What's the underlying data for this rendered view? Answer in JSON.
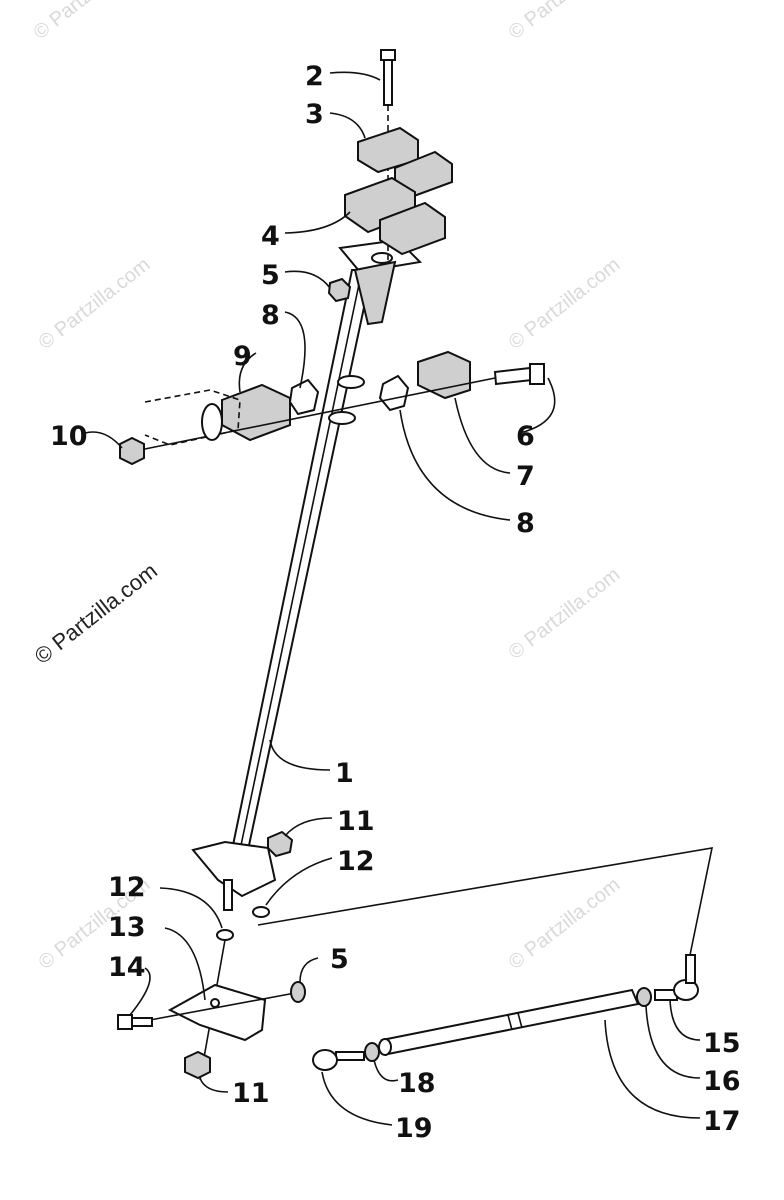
{
  "diagram": {
    "watermarks": {
      "main": "© Partzilla.com",
      "faint": "© Partzilla.com"
    },
    "callouts": {
      "c1": "1",
      "c2": "2",
      "c3": "3",
      "c4": "4",
      "c5a": "5",
      "c5b": "5",
      "c6": "6",
      "c7": "7",
      "c8a": "8",
      "c8b": "8",
      "c9": "9",
      "c10": "10",
      "c11a": "11",
      "c11b": "11",
      "c12a": "12",
      "c12b": "12",
      "c13": "13",
      "c14": "14",
      "c15": "15",
      "c16": "16",
      "c17": "17",
      "c18": "18",
      "c19": "19"
    },
    "colors": {
      "ink": "#111111",
      "watermark": "#d9d9d9",
      "background": "#ffffff"
    }
  }
}
